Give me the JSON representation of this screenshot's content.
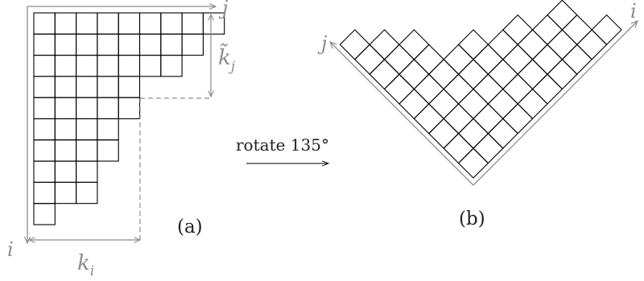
{
  "panel_a": {
    "caption": "(a)",
    "row_lengths": [
      9,
      8,
      7,
      5,
      5,
      4,
      4,
      3,
      3,
      1
    ],
    "axis_right_label": "j",
    "axis_down_label": "i",
    "ktilde_label": "k̃",
    "ktilde_subscript": "j",
    "k_label": "k",
    "k_subscript": "i"
  },
  "arrow": {
    "label": "rotate 135°"
  },
  "panel_b": {
    "caption": "(b)",
    "axis_upleft_label": "j",
    "axis_upright_label": "i"
  },
  "colors": {
    "cell_stroke": "#000000",
    "axis": "#8c8c8c",
    "dashed": "#8c8c8c",
    "text": "#222222"
  }
}
